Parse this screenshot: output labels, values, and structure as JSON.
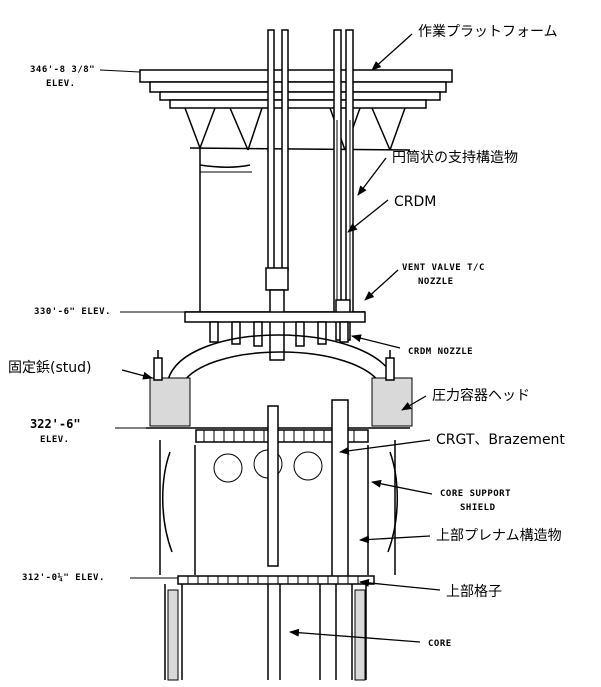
{
  "labels": {
    "work_platform": "作業プラットフォーム",
    "cylindrical_support": "円筒状の支持構造物",
    "crdm": "CRDM",
    "vent_valve_line1": "VENT VALVE T/C",
    "vent_valve_line2": "NOZZLE",
    "crdm_nozzle": "CRDM NOZZLE",
    "stud": "固定鋲(stud)",
    "pressure_vessel_head": "圧力容器ヘッド",
    "crgt_brazement": "CRGT、Brazement",
    "core_support_line1": "CORE SUPPORT",
    "core_support_line2": "SHIELD",
    "upper_plenum": "上部プレナム構造物",
    "upper_grid": "上部格子",
    "core": "CORE"
  },
  "elevations": {
    "e346_line1": "346'-8 3/8\"",
    "e346_line2": "ELEV.",
    "e330": "330'-6\" ELEV.",
    "e322_line1": "322'-6\"",
    "e322_line2": "ELEV.",
    "e312": "312'-0¼\" ELEV."
  }
}
